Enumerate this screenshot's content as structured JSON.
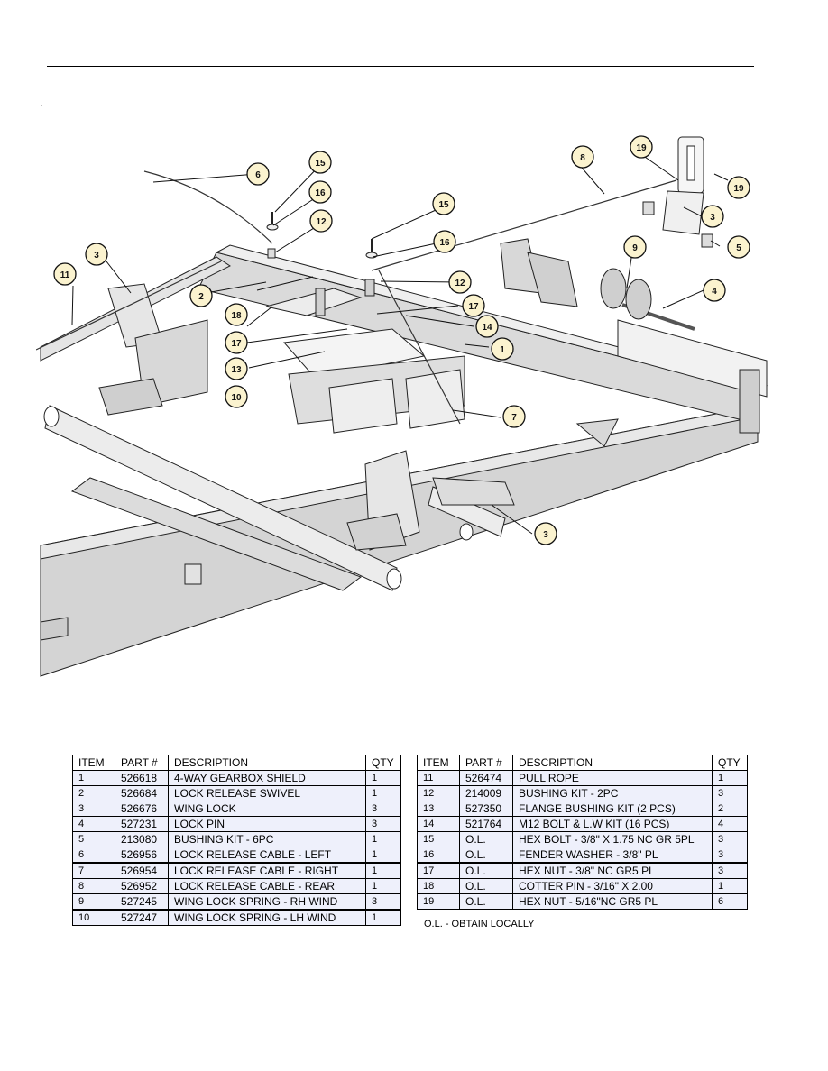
{
  "page": {
    "marker": "."
  },
  "callouts": [
    "1",
    "2",
    "3",
    "4",
    "5",
    "6",
    "7",
    "8",
    "9",
    "10",
    "11",
    "12",
    "13",
    "14",
    "15",
    "16",
    "17",
    "18",
    "19"
  ],
  "table_left": {
    "headers": [
      "ITEM",
      "PART #",
      "DESCRIPTION",
      "QTY"
    ],
    "rows": [
      [
        "1",
        "526618",
        "4-WAY GEARBOX SHIELD",
        "1"
      ],
      [
        "2",
        "526684",
        "LOCK RELEASE SWIVEL",
        "1"
      ],
      [
        "3",
        "526676",
        "WING LOCK",
        "3"
      ],
      [
        "4",
        "527231",
        "LOCK PIN",
        "3"
      ],
      [
        "5",
        "213080",
        "BUSHING KIT - 6PC",
        "1"
      ],
      [
        "6",
        "526956",
        "LOCK RELEASE CABLE - LEFT",
        "1"
      ],
      [
        "7",
        "526954",
        "LOCK RELEASE CABLE - RIGHT",
        "1"
      ],
      [
        "8",
        "526952",
        "LOCK RELEASE CABLE - REAR",
        "1"
      ],
      [
        "9",
        "527245",
        "WING LOCK SPRING - RH WIND",
        "3"
      ],
      [
        "10",
        "527247",
        "WING LOCK SPRING - LH WIND",
        "1"
      ]
    ]
  },
  "table_right": {
    "headers": [
      "ITEM",
      "PART #",
      "DESCRIPTION",
      "QTY"
    ],
    "rows": [
      [
        "11",
        "526474",
        "PULL ROPE",
        "1"
      ],
      [
        "12",
        "214009",
        "BUSHING KIT - 2PC",
        "3"
      ],
      [
        "13",
        "527350",
        "FLANGE BUSHING KIT (2 PCS)",
        "2"
      ],
      [
        "14",
        "521764",
        "M12 BOLT & L.W KIT (16 PCS)",
        "4"
      ],
      [
        "15",
        "O.L.",
        "HEX BOLT - 3/8\" X 1.75 NC GR 5PL",
        "3"
      ],
      [
        "16",
        "O.L.",
        "FENDER WASHER - 3/8\" PL",
        "3"
      ],
      [
        "17",
        "O.L.",
        "HEX NUT - 3/8\" NC GR5 PL",
        "3"
      ],
      [
        "18",
        "O.L.",
        "COTTER PIN - 3/16\" X 2.00",
        "1"
      ],
      [
        "19",
        "O.L.",
        "HEX NUT - 5/16\"NC GR5 PL",
        "6"
      ]
    ]
  },
  "footnote": "O.L. - OBTAIN LOCALLY"
}
